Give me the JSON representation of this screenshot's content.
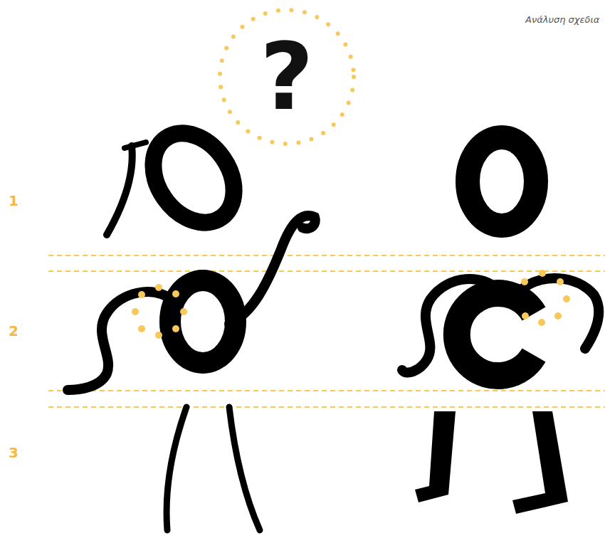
{
  "diagram": {
    "title": "Ανάλυση σχεδια",
    "nodes": [
      {
        "text": [
          "?"
        ]
      }
    ],
    "labels": [
      "1",
      "2",
      "3"
    ]
  }
}
